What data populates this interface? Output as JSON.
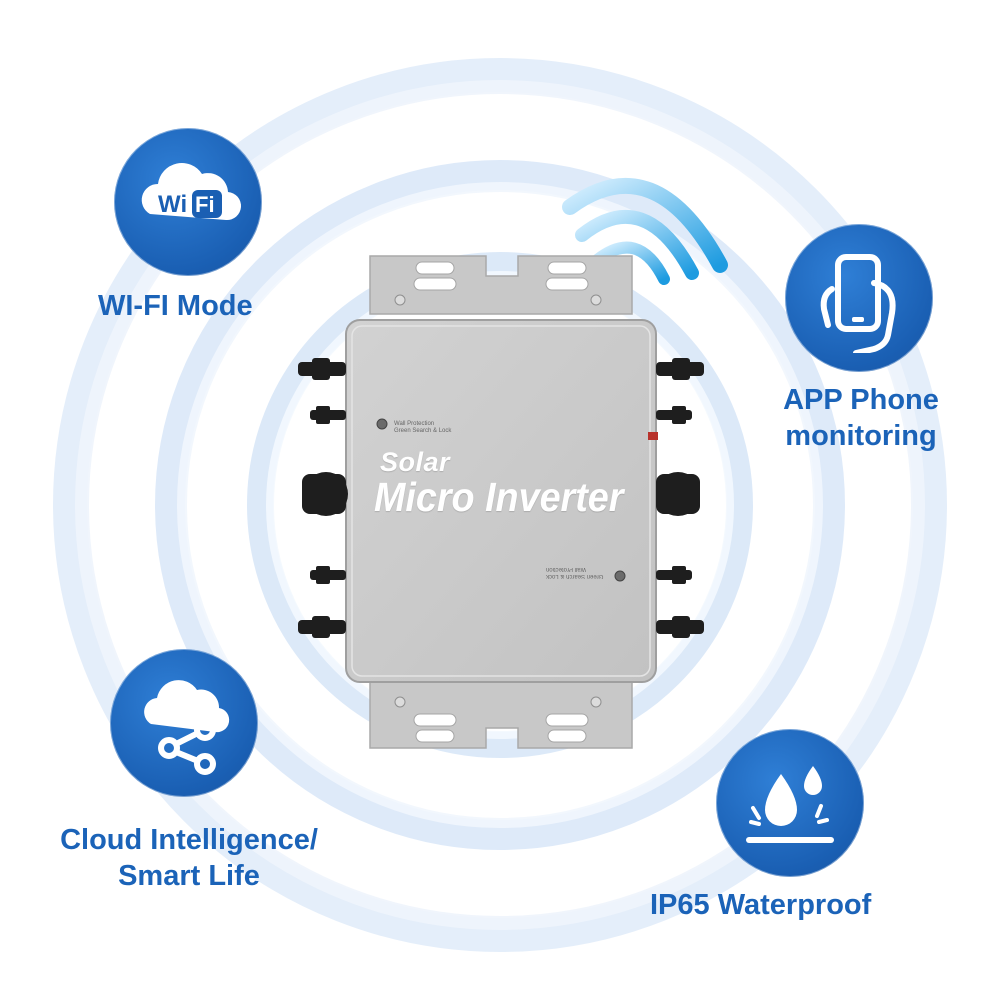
{
  "product": {
    "title_line1": "Solar",
    "title_line2": "Micro Inverter",
    "led_caption_top": "Wall Protection",
    "led_caption_bottom": "Green Search & Lock"
  },
  "features": [
    {
      "icon": "wifi-icon",
      "label_lines": [
        "WI-FI Mode"
      ]
    },
    {
      "icon": "phone-in-hand-icon",
      "label_lines": [
        "APP Phone",
        "monitoring"
      ]
    },
    {
      "icon": "cloud-share-icon",
      "label_lines": [
        "Cloud Intelligence/",
        "Smart Life"
      ]
    },
    {
      "icon": "water-drops-icon",
      "label_lines": [
        "IP65 Waterproof"
      ]
    }
  ],
  "wifi_badge_text": {
    "left": "Wi",
    "right": "Fi"
  },
  "colors": {
    "brand_blue": "#1b63b8",
    "badge_blue": "#1a5fb3",
    "device_gray": "#c9c9c9"
  }
}
